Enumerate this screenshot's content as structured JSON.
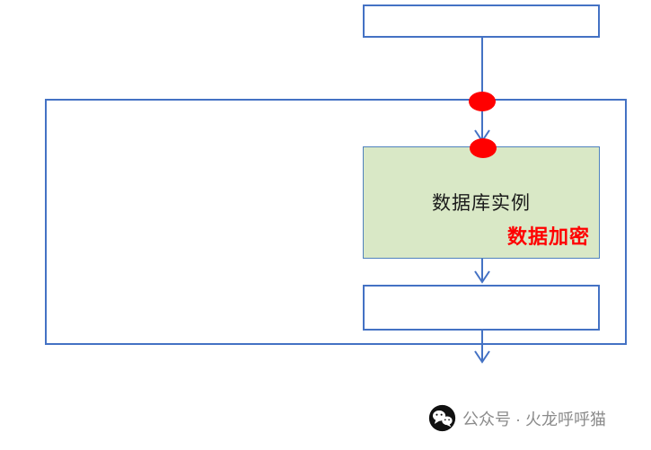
{
  "diagram": {
    "database_instance": {
      "title": "数据库实例",
      "encryption_label": "数据加密"
    },
    "colors": {
      "connector_blue": "#4472c4",
      "box_border_blue": "#4472c4",
      "instance_fill_green": "#d9e8c6",
      "marker_red": "#ff0000",
      "encryption_text_red": "#ff0000",
      "watermark_gray": "#8b8b8b"
    },
    "icons": {
      "marker": "red-ellipse-marker",
      "footer": "wechat-icon"
    }
  },
  "watermark": {
    "text": "公众号 · 火龙呼呼猫"
  }
}
